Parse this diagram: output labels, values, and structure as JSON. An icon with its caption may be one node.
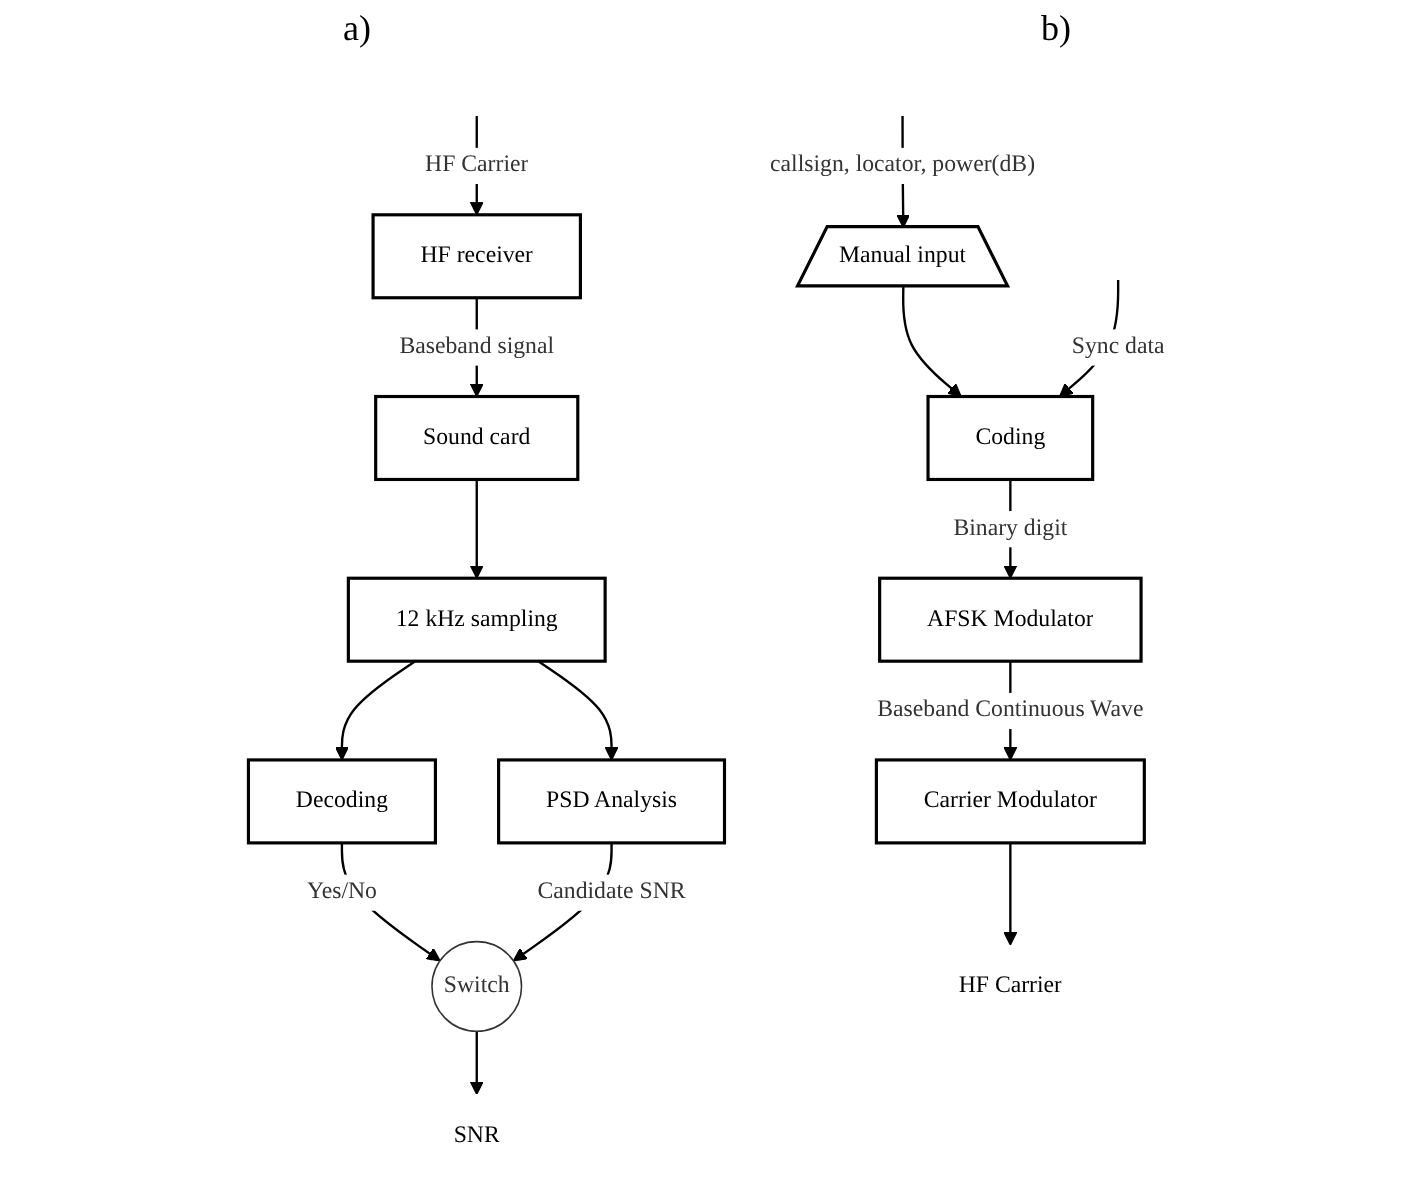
{
  "diagram": {
    "nodes": [
      {
        "text": [
          "HF receiver"
        ]
      },
      {
        "text": [
          "Sound card"
        ]
      },
      {
        "text": [
          "12 kHz sampling"
        ]
      },
      {
        "text": [
          "Decoding"
        ]
      },
      {
        "text": [
          "PSD Analysis"
        ]
      },
      {
        "text": [
          "Switch"
        ]
      },
      {
        "text": [
          "SNR"
        ]
      },
      {
        "text": [
          "Manual input"
        ]
      },
      {
        "text": [
          "Coding"
        ]
      },
      {
        "text": [
          "AFSK Modulator"
        ]
      },
      {
        "text": [
          "Carrier Modulator"
        ]
      },
      {
        "text": [
          "HF Carrier"
        ]
      }
    ],
    "edges": [
      {
        "from": null,
        "to": 0,
        "arrow": "to",
        "label": "HF Carrier"
      },
      {
        "from": 0,
        "to": 1,
        "arrow": "to",
        "label": "Baseband signal"
      },
      {
        "from": 1,
        "to": 2,
        "arrow": "to"
      },
      {
        "from": 2,
        "to": 3,
        "arrow": "to"
      },
      {
        "from": 2,
        "to": 4,
        "arrow": "to"
      },
      {
        "from": 3,
        "to": 5,
        "arrow": "to",
        "label": "Yes/No"
      },
      {
        "from": 4,
        "to": 5,
        "arrow": "to",
        "label": "Candidate SNR"
      },
      {
        "from": 5,
        "to": 6,
        "arrow": "to"
      },
      {
        "from": null,
        "to": 7,
        "arrow": "to",
        "label": "callsign, locator, power(dB)"
      },
      {
        "from": 7,
        "to": 8,
        "arrow": "to"
      },
      {
        "from": null,
        "to": 8,
        "arrow": "to",
        "label": "Sync data"
      },
      {
        "from": 8,
        "to": 9,
        "arrow": "to",
        "label": "Binary digit"
      },
      {
        "from": 9,
        "to": 10,
        "arrow": "to",
        "label": "Baseband Continuous Wave"
      },
      {
        "from": 10,
        "to": 11,
        "arrow": "to"
      }
    ],
    "labels": [
      "a)",
      "b)"
    ]
  }
}
